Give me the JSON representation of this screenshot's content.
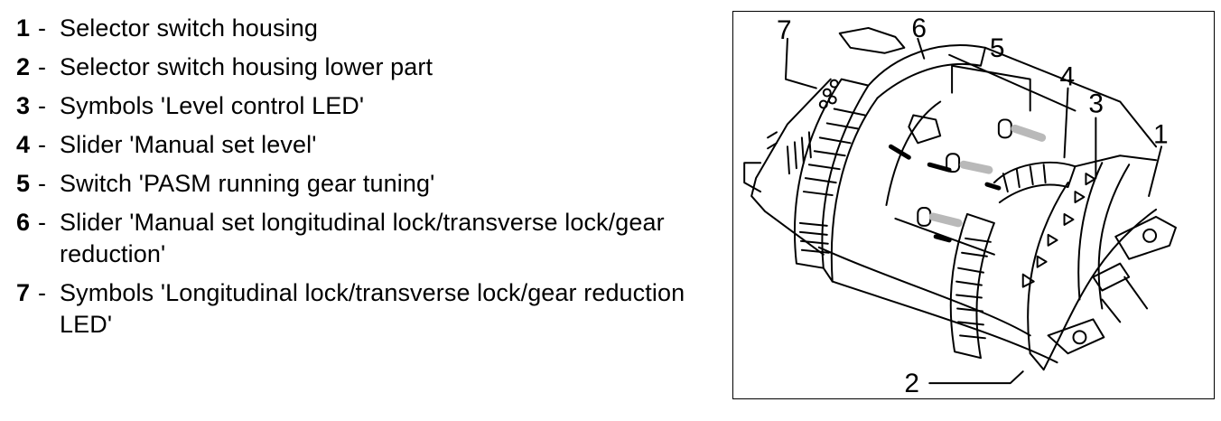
{
  "legend": [
    {
      "num": "1",
      "sep": "-",
      "text": "Selector switch housing"
    },
    {
      "num": "2",
      "sep": "-",
      "text": "Selector switch housing lower part"
    },
    {
      "num": "3",
      "sep": "-",
      "text": "Symbols 'Level control LED'"
    },
    {
      "num": "4",
      "sep": "-",
      "text": "Slider 'Manual set level'"
    },
    {
      "num": "5",
      "sep": "-",
      "text": "Switch 'PASM running gear tuning'"
    },
    {
      "num": "6",
      "sep": "-",
      "text": "Slider 'Manual set longitudinal lock/transverse lock/gear reduction'"
    },
    {
      "num": "7",
      "sep": "-",
      "text": "Symbols 'Longitudinal lock/transverse lock/gear reduction LED'"
    }
  ],
  "figure": {
    "callouts": [
      "7",
      "6",
      "5",
      "4",
      "3",
      "1",
      "2"
    ]
  },
  "colors": {
    "line": "#000000",
    "indicator": "#b9b9b9",
    "background": "#ffffff"
  }
}
